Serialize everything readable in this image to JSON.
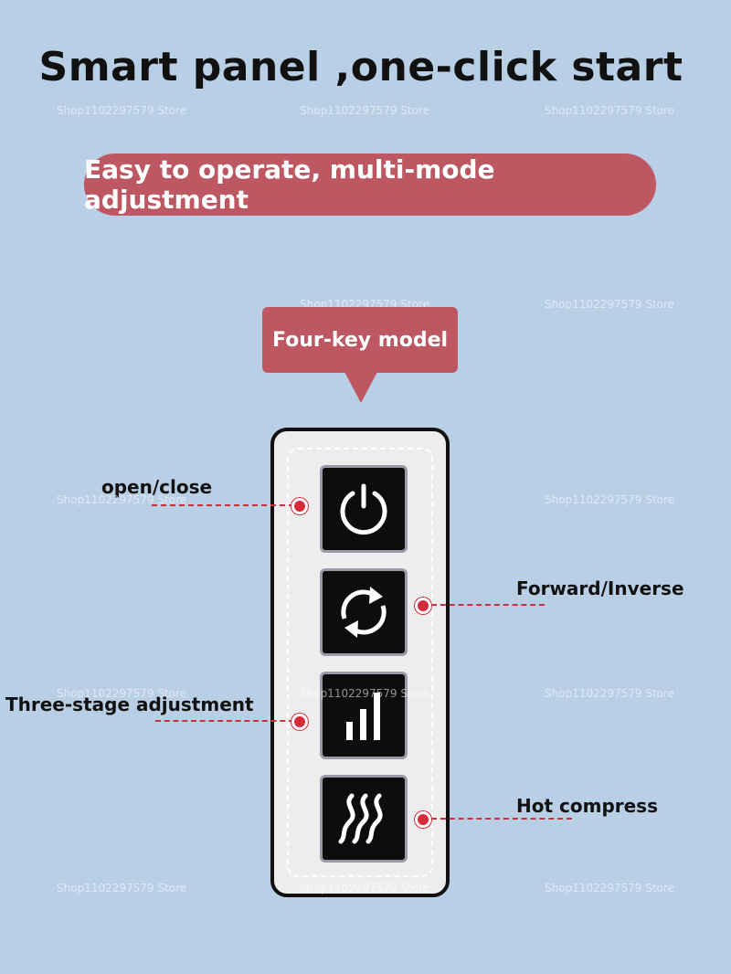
{
  "title": "Smart panel ,one-click start",
  "subtitle": "Easy to operate, multi-mode adjustment",
  "model_tag": "Four-key model",
  "keys": [
    {
      "label": "open/close",
      "icon": "power-icon"
    },
    {
      "label": "Forward/Inverse",
      "icon": "rotate-arrows-icon"
    },
    {
      "label": "Three-stage adjustment",
      "icon": "signal-bars-icon"
    },
    {
      "label": "Hot compress",
      "icon": "heat-waves-icon"
    }
  ],
  "watermark": "Shop1102297579 Store",
  "colors": {
    "background": "#b9cfe6",
    "accent": "#bd5862",
    "leader": "#d62c3a",
    "key": "#0d0d0d"
  }
}
